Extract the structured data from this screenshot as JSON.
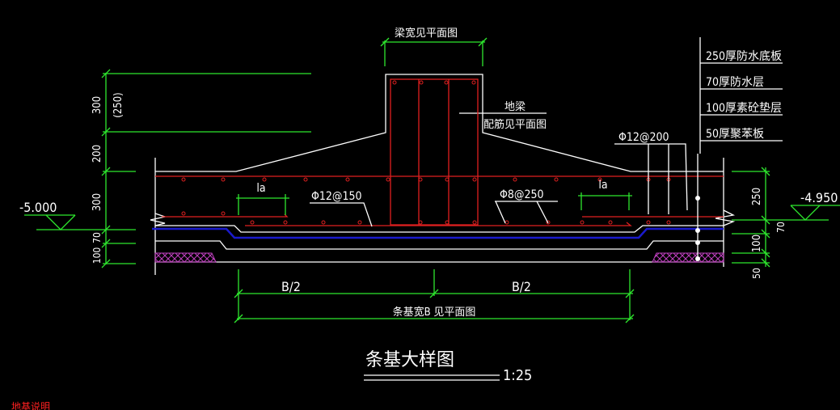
{
  "drawing": {
    "title": "条基大样图",
    "scale": "1:25",
    "bottom_left_label": "地基说明",
    "beam_width_note": "梁宽见平面图",
    "beam_label": "地梁",
    "beam_rebar_note": "配筋见平面图",
    "foundation_width_note": "条基宽B 见平面图",
    "half_width_left": "B/2",
    "half_width_right": "B/2",
    "lap_left": "la",
    "lap_right": "la",
    "rebar_main": "Φ12@150",
    "rebar_dist": "Φ8@250",
    "rebar_raft": "Φ12@200",
    "elevation_left": "-5.000",
    "elevation_right": "-4.950",
    "left_dims": [
      "300",
      "(250)",
      "200",
      "300",
      "70",
      "100"
    ],
    "right_dims": [
      "250",
      "70",
      "100",
      "50"
    ],
    "layers": [
      "250厚防水底板",
      "70厚防水层",
      "100厚素砼垫层",
      "50厚聚苯板"
    ],
    "colors": {
      "background": "#000000",
      "outline": "#ffffff",
      "rebar": "#e02020",
      "dimension": "#2ee82e",
      "waterproof": "#1a1acc",
      "insulation_hatch": "#c040c0",
      "note_red": "#ff2020"
    }
  }
}
